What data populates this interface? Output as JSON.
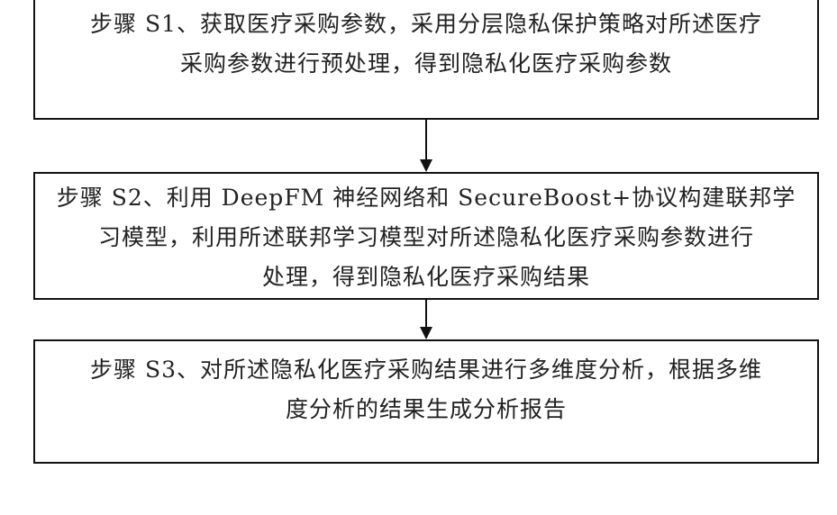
{
  "diagram": {
    "type": "flowchart",
    "direction": "top-to-bottom",
    "steps": [
      {
        "id": "S1",
        "lines": [
          "步骤 S1、获取医疗采购参数，采用分层隐私保护策略对所述医疗",
          "采购参数进行预处理，得到隐私化医疗采购参数"
        ]
      },
      {
        "id": "S2",
        "lines": [
          "步骤 S2、利用 DeepFM 神经网络和 SecureBoost+协议构建联邦学",
          "习模型，利用所述联邦学习模型对所述隐私化医疗采购参数进行",
          "处理，得到隐私化医疗采购结果"
        ]
      },
      {
        "id": "S3",
        "lines": [
          "步骤 S3、对所述隐私化医疗采购结果进行多维度分析，根据多维",
          "度分析的结果生成分析报告"
        ]
      }
    ],
    "edges": [
      {
        "from": "S1",
        "to": "S2"
      },
      {
        "from": "S2",
        "to": "S3"
      }
    ],
    "colors": {
      "stroke": "#111111",
      "text": "#222222",
      "background": "#ffffff"
    }
  }
}
